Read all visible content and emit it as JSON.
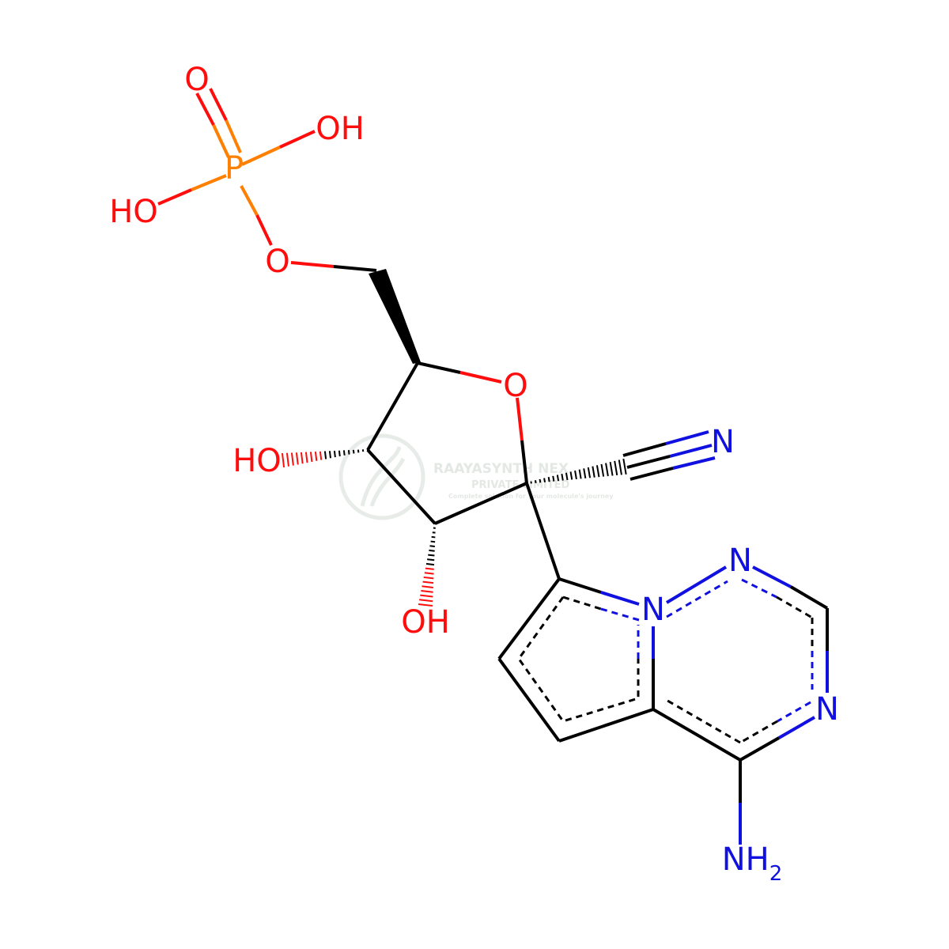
{
  "colors": {
    "carbon": "#000000",
    "oxygen": "#ff0d0d",
    "nitrogen": "#1010e0",
    "phosphorus": "#ff8000",
    "watermark": "#d6ddd6"
  },
  "atoms": {
    "phosphate_O_double": "O",
    "phosphate_OH_right": "OH",
    "phosphorus": "P",
    "phosphate_OH_left": "HO",
    "ester_O": "O",
    "ring_O": "O",
    "nitrile_N": "N",
    "hydroxyl_3": "HO",
    "hydroxyl_2": "OH",
    "pyrrole_N": "N",
    "triazine_N1": "N",
    "triazine_N3": "N",
    "amine_N": "NH",
    "amine_subscript": "2"
  },
  "watermark": {
    "line1": "RAAYASYNTH NEX",
    "line2": "PRIVATE LIMITED",
    "line3": "Complete solution for your molecule's journey",
    "logo_icon": "dna-leaf-icon"
  }
}
